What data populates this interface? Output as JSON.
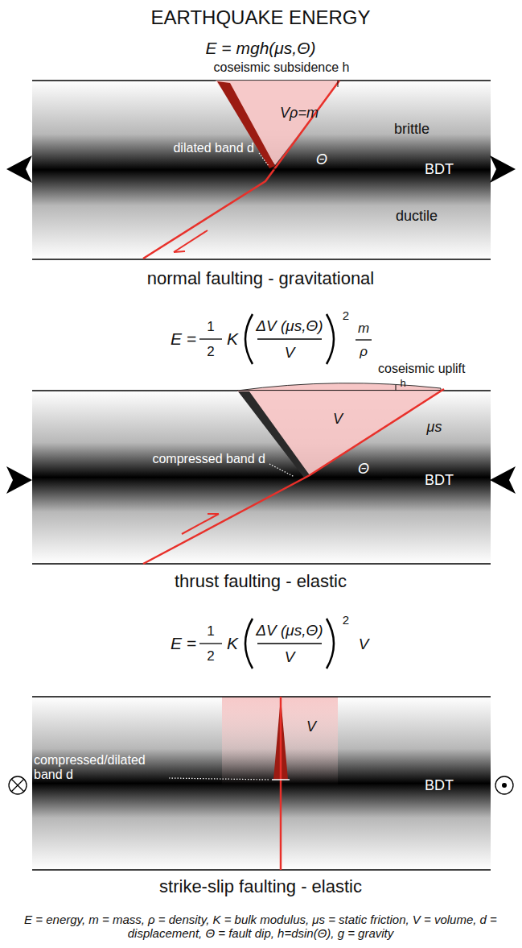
{
  "diagram": {
    "title": "EARTHQUAKE ENERGY",
    "caption": "E = energy, m = mass, ρ = density, K = bulk modulus, μs = static friction, V = volume, d = displacement, Θ = fault dip, h=dsin(Θ), g = gravity",
    "labels": [
      "E = mgh(μs,Θ)",
      "coseismic subsidence h",
      "Vρ=m",
      "brittle",
      "dilated band d",
      "Θ",
      "BDT",
      "ductile",
      "normal faulting - gravitational",
      "E =",
      "1",
      "2",
      "K",
      "ΔV (μs,Θ)",
      "V",
      "2",
      "m",
      "ρ",
      "coseismic uplift",
      "h",
      "V",
      "μs",
      "compressed band d",
      "Θ",
      "BDT",
      "thrust faulting - elastic",
      "E =",
      "1",
      "2",
      "K",
      "ΔV (μs,Θ)",
      "V",
      "2",
      "V",
      "V",
      "compressed/dilated band d",
      "BDT",
      "strike-slip faulting - elastic"
    ]
  }
}
